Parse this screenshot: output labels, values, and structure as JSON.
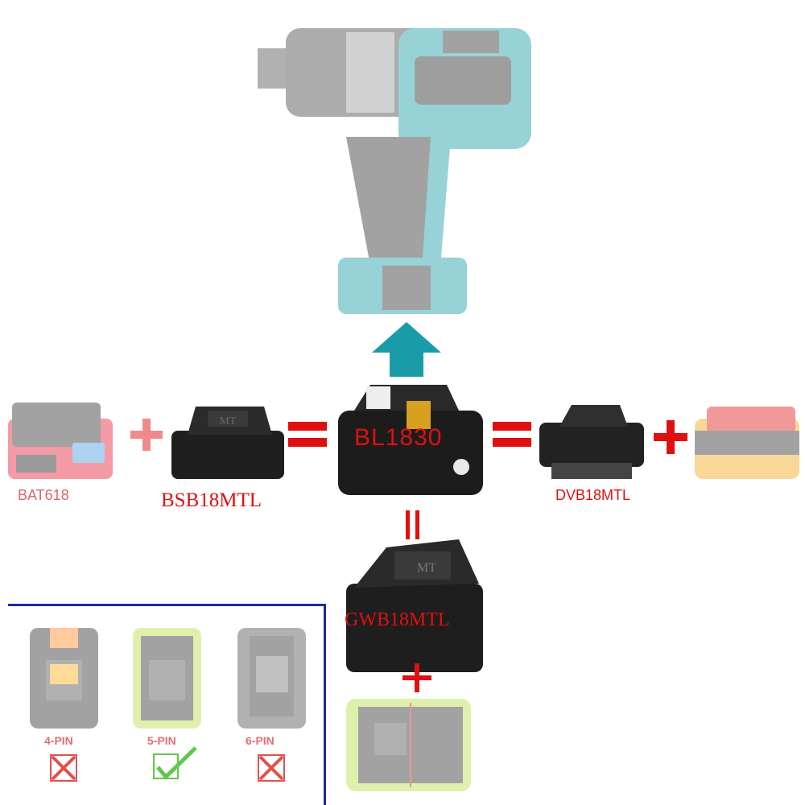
{
  "center": {
    "model": "BL1830"
  },
  "adapters": {
    "left": {
      "battery_label": "BAT618",
      "adapter_label": "BSB18MTL"
    },
    "right": {
      "adapter_label": "DVB18MTL"
    },
    "bottom": {
      "adapter_label": "GWB18MTL"
    }
  },
  "pin_panel": {
    "items": [
      {
        "label": "4-PIN",
        "status": "incompatible",
        "body_color": "#ff8c2a"
      },
      {
        "label": "5-PIN",
        "status": "compatible",
        "body_color": "#b8e04a"
      },
      {
        "label": "6-PIN",
        "status": "incompatible",
        "body_color": "#555555"
      }
    ]
  },
  "adapter_marks": {
    "text": "MT"
  },
  "colors": {
    "teal": "#1a9ca8",
    "red_text": "#e01010",
    "pink_plus": "#f08a8a",
    "frame_blue": "#1a2aa8",
    "check_green": "#5fc84a",
    "cross_red": "#e05050"
  }
}
